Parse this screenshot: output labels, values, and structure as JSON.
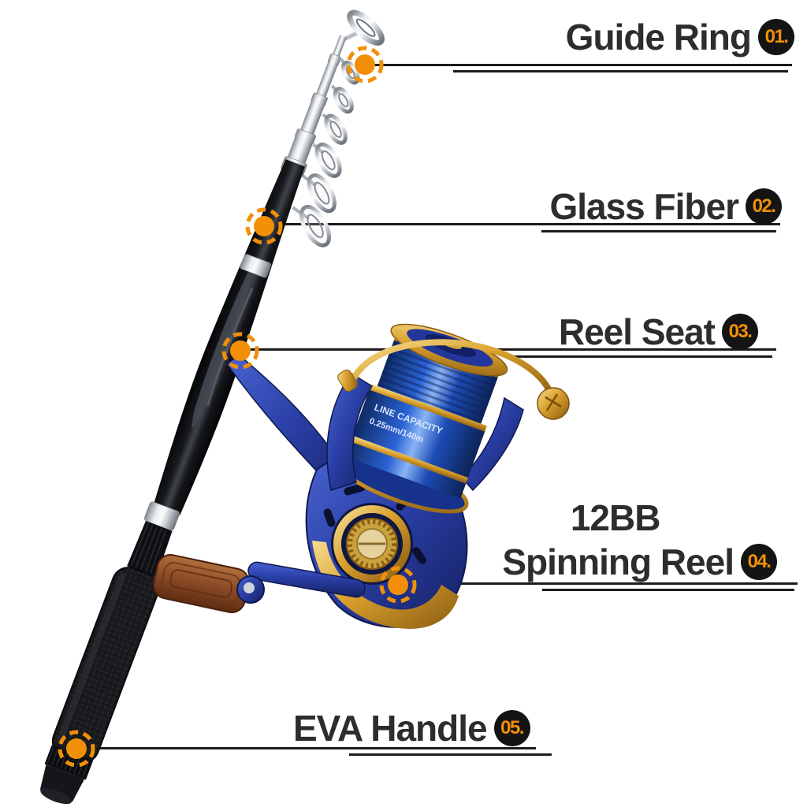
{
  "style": {
    "background": "#FFFFFF",
    "accent_orange": "#F19008",
    "badge_bg": "#141414",
    "badge_text_color": "#F19008",
    "label_text_color": "#2D2D2D",
    "callout_line_color": "#1B1B1B",
    "rod_silver": "#D9DCE0",
    "rod_black": "#121317",
    "reel_body_blue": "#2A3FA6",
    "spool_blue": "#2A62D4",
    "reel_gold": "#D9A02C",
    "handle_knob_wood": "#96542C",
    "eva_foam_black": "#18191C"
  },
  "callouts": [
    {
      "label": "Guide Ring",
      "number": "01."
    },
    {
      "label": "Glass Fiber",
      "number": "02."
    },
    {
      "label": "Reel Seat",
      "number": "03."
    },
    {
      "label_line1": "12BB",
      "label_line2": "Spinning Reel",
      "number": "04."
    },
    {
      "label": "EVA Handle",
      "number": "05."
    }
  ],
  "reel_spool_markings": {
    "line1": "LINE CAPACITY",
    "line2": "0.25mm/140m"
  }
}
